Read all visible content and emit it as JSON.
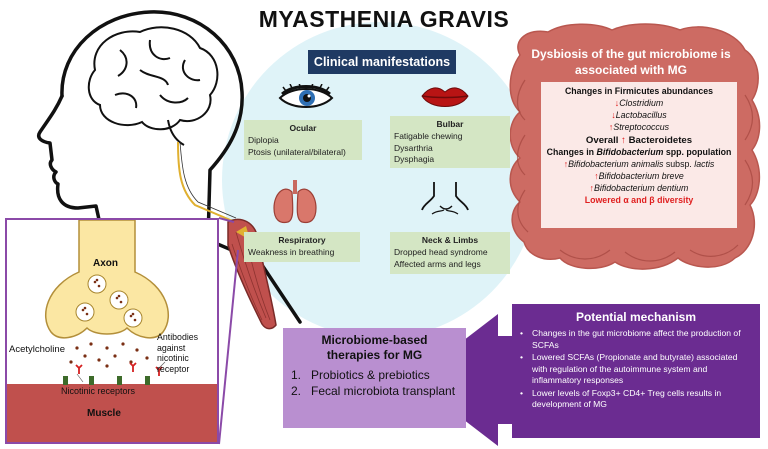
{
  "title": "MYASTHENIA GRAVIS",
  "clinical": {
    "header": "Clinical manifestations",
    "ocular": {
      "title": "Ocular",
      "items": [
        "Diplopia",
        "Ptosis (unilateral/bilateral)"
      ]
    },
    "bulbar": {
      "title": "Bulbar",
      "items": [
        "Fatigable chewing",
        "Dysarthria",
        "Dysphagia"
      ]
    },
    "respiratory": {
      "title": "Respiratory",
      "items": [
        "Weakness in breathing"
      ]
    },
    "neck_limbs": {
      "title": "Neck & Limbs",
      "items": [
        "Dropped head syndrome",
        "Affected arms and legs"
      ]
    }
  },
  "dysbiosis": {
    "title_line1": "Dysbiosis of the gut microbiome is",
    "title_line2": "associated with MG",
    "firmicutes_header": "Changes in Firmicutes abundances",
    "firmicutes": [
      {
        "arrow": "↓",
        "name": "Clostridium"
      },
      {
        "arrow": "↓",
        "name": "Lactobacillus"
      },
      {
        "arrow": "↑",
        "name": "Streptococcus"
      }
    ],
    "overall_prefix": "Overall",
    "overall_arrow": "↑",
    "overall_name": "Bacteroidetes",
    "bifido_header_pre": "Changes in",
    "bifido_header_genus": "Bifidobacterium",
    "bifido_header_post": "spp. population",
    "bifido": [
      {
        "arrow": "↑",
        "name": "Bifidobacterium animalis",
        "suffix_plain": " subsp. ",
        "suffix_italic": "lactis"
      },
      {
        "arrow": "↑",
        "name": "Bifidobacterium breve",
        "suffix_plain": "",
        "suffix_italic": ""
      },
      {
        "arrow": "↑",
        "name": "Bifidobacterium dentium",
        "suffix_plain": "",
        "suffix_italic": ""
      }
    ],
    "diversity": "Lowered α and β diversity"
  },
  "mechanism": {
    "title": "Potential mechanism",
    "items": [
      "Changes in the gut microbiome affect the production of SCFAs",
      "Lowered SCFAs (Propionate and butyrate) associated with regulation of the autoimmune system and inflammatory responses",
      "Lower levels of Foxp3+ CD4+ Treg cells results in development of MG"
    ]
  },
  "therapies": {
    "title_line1": "Microbiome-based",
    "title_line2": "therapies for MG",
    "items": [
      {
        "num": "1.",
        "text": "Probiotics & prebiotics"
      },
      {
        "num": "2.",
        "text": "Fecal microbiota transplant"
      }
    ]
  },
  "nmj": {
    "axon": "Axon",
    "acetylcholine": "Acetylcholine",
    "antibodies": "Antibodies against nicotinic receptor",
    "receptors": "Nicotinic receptors",
    "muscle": "Muscle"
  },
  "colors": {
    "navy": "#1f3a63",
    "card_green": "#d4e6c4",
    "circle": "#dff3f8",
    "gut": "#cd6b63",
    "gut_box": "#fbe9e7",
    "purple_dark": "#6b2c91",
    "purple_light": "#b98fd0",
    "muscle": "#c0504d",
    "axon": "#fbe7a3"
  }
}
